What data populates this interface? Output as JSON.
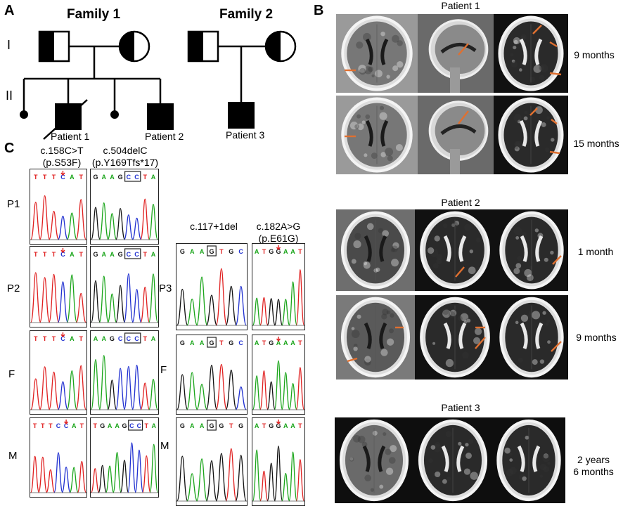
{
  "panels": {
    "a": "A",
    "b": "B",
    "c": "C"
  },
  "pedigree": {
    "family1_title": "Family 1",
    "family2_title": "Family 2",
    "gen_I": "I",
    "gen_II": "II",
    "patient1": "Patient 1",
    "patient2": "Patient 2",
    "patient3": "Patient 3"
  },
  "sequencing": {
    "mut1": {
      "line1": "c.158C>T",
      "line2": "(p.S53F)"
    },
    "mut2": {
      "line1": "c.504delC",
      "line2": "(p.Y169Tfs*17)"
    },
    "mut3": {
      "line1": "c.117+1del"
    },
    "mut4": {
      "line1": "c.182A>G",
      "line2": "(p.E61G)"
    },
    "rows_left": [
      "P1",
      "P2",
      "F",
      "M"
    ],
    "rows_right": [
      "P3",
      "F",
      "M"
    ],
    "seq_left1": [
      [
        "T",
        "T",
        "T",
        "C",
        "A",
        "T"
      ],
      [
        "T",
        "T",
        "T",
        "C",
        "A",
        "T"
      ],
      [
        "T",
        "T",
        "T",
        "C",
        "A",
        "T"
      ],
      [
        "T",
        "T",
        "T",
        "C",
        "C",
        "A",
        "T"
      ]
    ],
    "seq_left2": [
      [
        "G",
        "A",
        "A",
        "G",
        "C",
        "C",
        "T",
        "A"
      ],
      [
        "G",
        "A",
        "A",
        "G",
        "C",
        "C",
        "T",
        "A"
      ],
      [
        "A",
        "A",
        "G",
        "C",
        "C",
        "C",
        "T",
        "A"
      ],
      [
        "T",
        "G",
        "A",
        "A",
        "G",
        "C",
        "C",
        "T",
        "A"
      ]
    ],
    "seq_right1": [
      [
        "G",
        "A",
        "A",
        "G",
        "T",
        "G",
        "C"
      ],
      [
        "G",
        "A",
        "A",
        "G",
        "T",
        "G",
        "C"
      ],
      [
        "G",
        "A",
        "A",
        "G",
        "G",
        "T",
        "G"
      ]
    ],
    "seq_right2": [
      [
        "A",
        "T",
        "G",
        "G",
        "A",
        "A",
        "T"
      ],
      [
        "A",
        "T",
        "G",
        "A",
        "A",
        "A",
        "T"
      ],
      [
        "A",
        "T",
        "G",
        "G",
        "A",
        "A",
        "T"
      ]
    ]
  },
  "mri": {
    "p1_title": "Patient 1",
    "p1_age1": "9 months",
    "p1_age2": "15 months",
    "p2_title": "Patient 2",
    "p2_age1": "1 month",
    "p2_age2": "9 months",
    "p3_title": "Patient 3",
    "p3_age_line1": "2 years",
    "p3_age_line2": "6 months"
  },
  "colors": {
    "A": "#1aa51a",
    "T": "#e02020",
    "G": "#111111",
    "C": "#2030d0",
    "arrow": "#e07030",
    "marker": "#e02020"
  }
}
